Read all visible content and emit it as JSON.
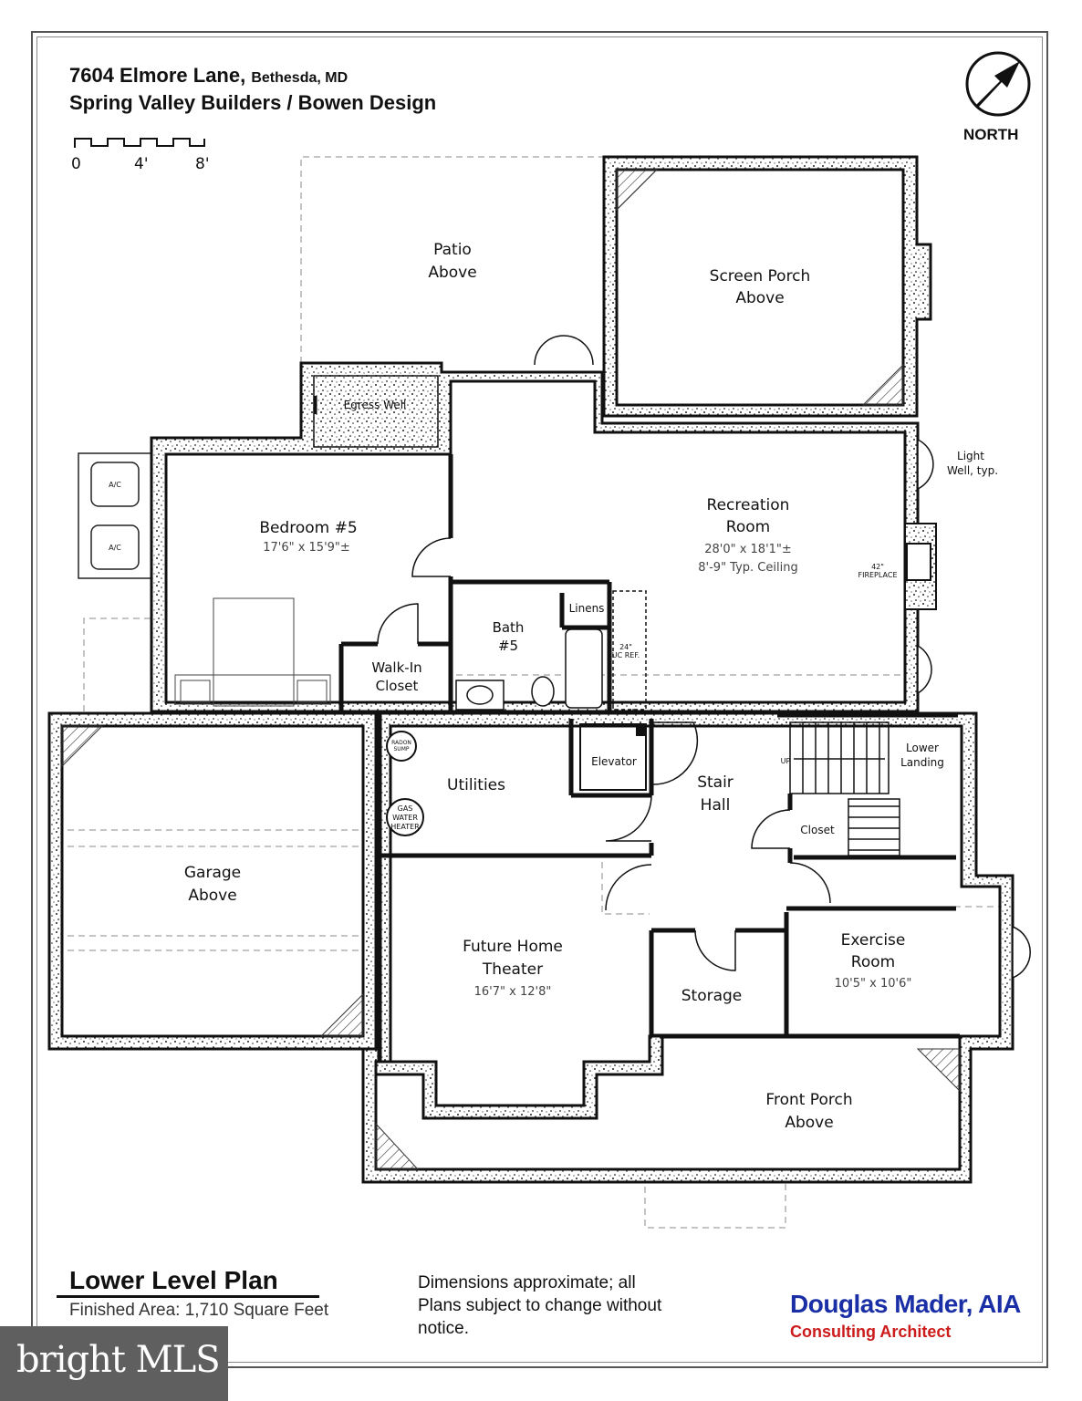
{
  "header": {
    "address": "7604 Elmore Lane,",
    "city": "Bethesda, MD",
    "builder": "Spring Valley Builders / Bowen Design"
  },
  "north_label": "NORTH",
  "scale_labels": [
    "0",
    "4'",
    "8'"
  ],
  "rooms": {
    "patio": [
      "Patio",
      "Above"
    ],
    "screen_porch": [
      "Screen Porch",
      "Above"
    ],
    "egress_well": "Egress Well",
    "light_well": [
      "Light",
      "Well, typ."
    ],
    "recreation_room": [
      "Recreation",
      "Room"
    ],
    "recreation_dims": [
      "28'0\" x 18'1\"±",
      "8'-9\" Typ. Ceiling"
    ],
    "fireplace": [
      "42\"",
      "FIREPLACE"
    ],
    "bedroom5": "Bedroom #5",
    "bedroom5_dims": "17'6\" x 15'9\"±",
    "ac": [
      "A/C",
      "A/C"
    ],
    "walk_in_closet": [
      "Walk-In",
      "Closet"
    ],
    "bath5": [
      "Bath",
      "#5"
    ],
    "linens": "Linens",
    "uc_ref": [
      "24\"",
      "UC REF."
    ],
    "utilities": "Utilities",
    "radon": [
      "RADON",
      "SUMP"
    ],
    "water_heater": [
      "GAS",
      "WATER",
      "HEATER"
    ],
    "elevator": "Elevator",
    "stair_hall": [
      "Stair",
      "Hall"
    ],
    "up": "UP",
    "lower_landing": [
      "Lower",
      "Landing"
    ],
    "closet": "Closet",
    "garage": [
      "Garage",
      "Above"
    ],
    "home_theater": [
      "Future Home",
      "Theater"
    ],
    "home_theater_dims": "16'7\" x 12'8\"",
    "storage": "Storage",
    "exercise_room": [
      "Exercise",
      "Room"
    ],
    "exercise_dims": "10'5\" x 10'6\"",
    "front_porch": [
      "Front Porch",
      "Above"
    ]
  },
  "plan_title": "Lower Level Plan",
  "finished_area": "Finished Area: 1,710 Square Feet",
  "note": "Dimensions approximate; all Plans subject to change without notice.",
  "architect": {
    "name": "Douglas Mader, AIA",
    "title": "Consulting Architect"
  },
  "watermark": "bright MLS",
  "colors": {
    "architect_name": "#1a2fa6",
    "architect_title": "#cc1b1b",
    "wall": "#111111",
    "watermark_bg": "#5f5f5f"
  }
}
